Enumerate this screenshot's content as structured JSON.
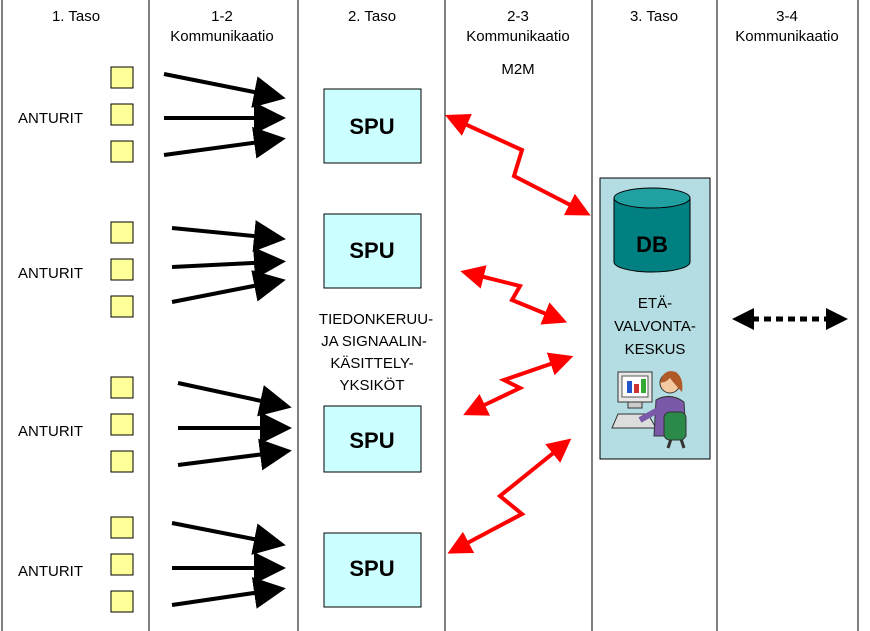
{
  "columns": {
    "c1": {
      "l1": "1. Taso"
    },
    "c2": {
      "l1": "1-2",
      "l2": "Kommunikaatio"
    },
    "c3": {
      "l1": "2. Taso"
    },
    "c4": {
      "l1": "2-3",
      "l2": "Kommunikaatio",
      "l3": "M2M"
    },
    "c5": {
      "l1": "3. Taso"
    },
    "c6": {
      "l1": "3-4",
      "l2": "Kommunikaatio"
    }
  },
  "sensor_label": "ANTURIT",
  "spu_label": "SPU",
  "spu_caption": [
    "TIEDONKERUU-",
    "JA SIGNAALIN-",
    "KÄSITTELY-",
    "YKSIKÖT"
  ],
  "center": {
    "db_label": "DB",
    "lines": [
      "ETÄ-",
      "VALVONTA-",
      "KESKUS"
    ]
  },
  "colors": {
    "sensor_fill": "#ffff99",
    "spu_fill": "#ccffff",
    "center_fill": "#b3dde2",
    "db_fill": "#008080",
    "red_arrow": "#ff0000",
    "black_arrow": "#000000"
  }
}
